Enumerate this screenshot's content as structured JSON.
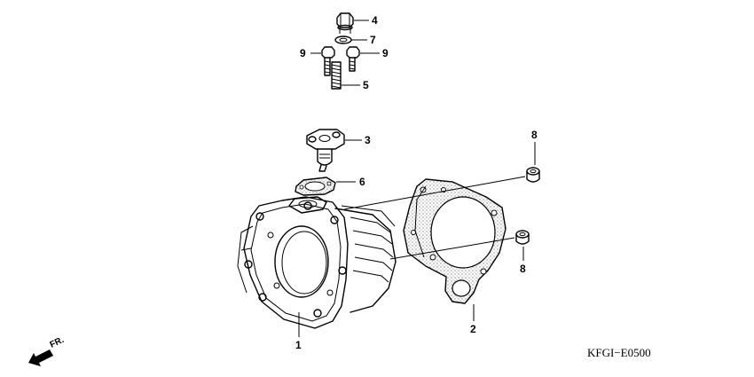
{
  "diagram": {
    "code": "KFGI−E0500",
    "direction_label": "FR.",
    "callouts": [
      "4",
      "7",
      "9",
      "9",
      "5",
      "3",
      "6",
      "8",
      "8",
      "2",
      "1"
    ]
  }
}
